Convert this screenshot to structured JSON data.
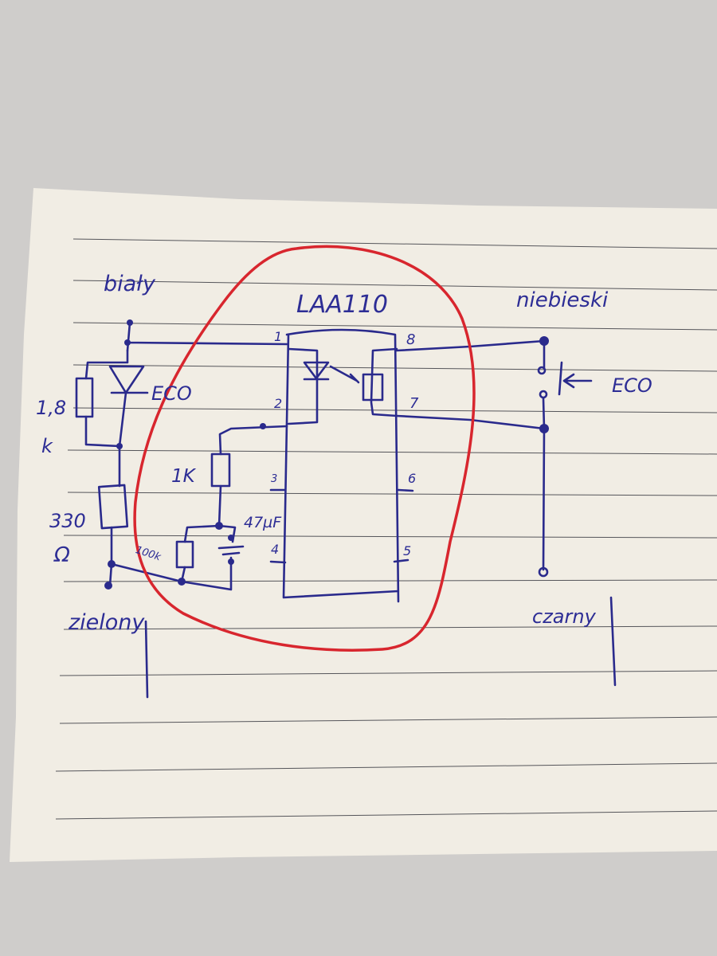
{
  "colors": {
    "ink": "#2a2a8c",
    "loop": "#d8262e",
    "paper": "#f1ede4",
    "background": "#cfcdcb"
  },
  "labels": {
    "top_left_wire": "biały",
    "top_right_wire": "niebieski",
    "bottom_left_wire": "zielony",
    "bottom_right_wire": "czarny",
    "chip": "LAA110",
    "led_left": "ECO",
    "switch_right": "ECO",
    "r1_value": "1,8",
    "r1_unit": "k",
    "r2_value": "330",
    "r2_unit": "Ω",
    "r3": "1K",
    "r4": "100k",
    "cap": "47µF"
  },
  "pins": [
    "1",
    "2",
    "3",
    "4",
    "5",
    "6",
    "7",
    "8"
  ]
}
